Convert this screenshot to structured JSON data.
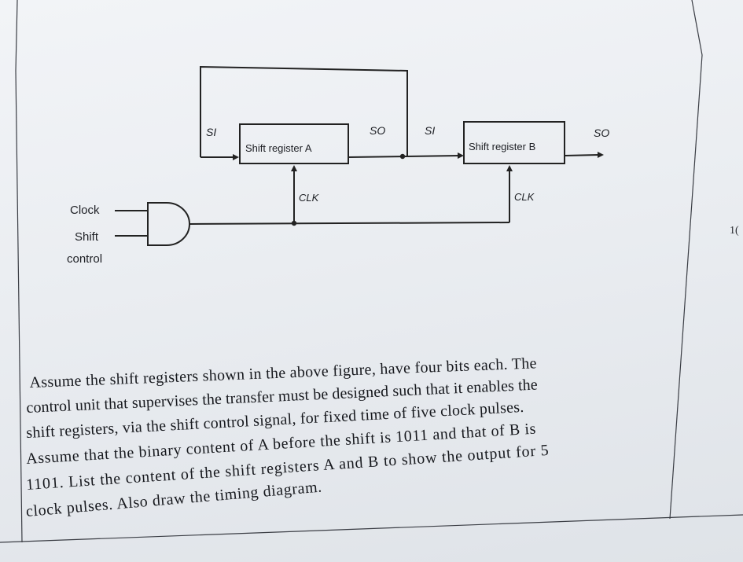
{
  "diagram": {
    "register_a_label": "Shift register A",
    "register_b_label": "Shift register B",
    "si_label_a": "SI",
    "so_label_a": "SO",
    "si_label_b": "SI",
    "so_label_b": "SO",
    "clk_label_a": "CLK",
    "clk_label_b": "CLK",
    "clock_input_label": "Clock",
    "shift_control_label_line1": "Shift",
    "shift_control_label_line2": "control"
  },
  "question": {
    "lines": [
      "Assume the shift registers shown in the above figure, have four bits each. The",
      "control unit that supervises the transfer must be designed such that it enables the",
      "shift registers, via the shift control signal, for fixed time of five clock pulses.",
      "Assume that the binary content of A before the shift is 1011 and that of B is",
      "1101. List the content of the shift registers A and B to show the output for 5",
      "clock pulses. Also draw the timing diagram."
    ]
  },
  "edge_fragment": "1("
}
